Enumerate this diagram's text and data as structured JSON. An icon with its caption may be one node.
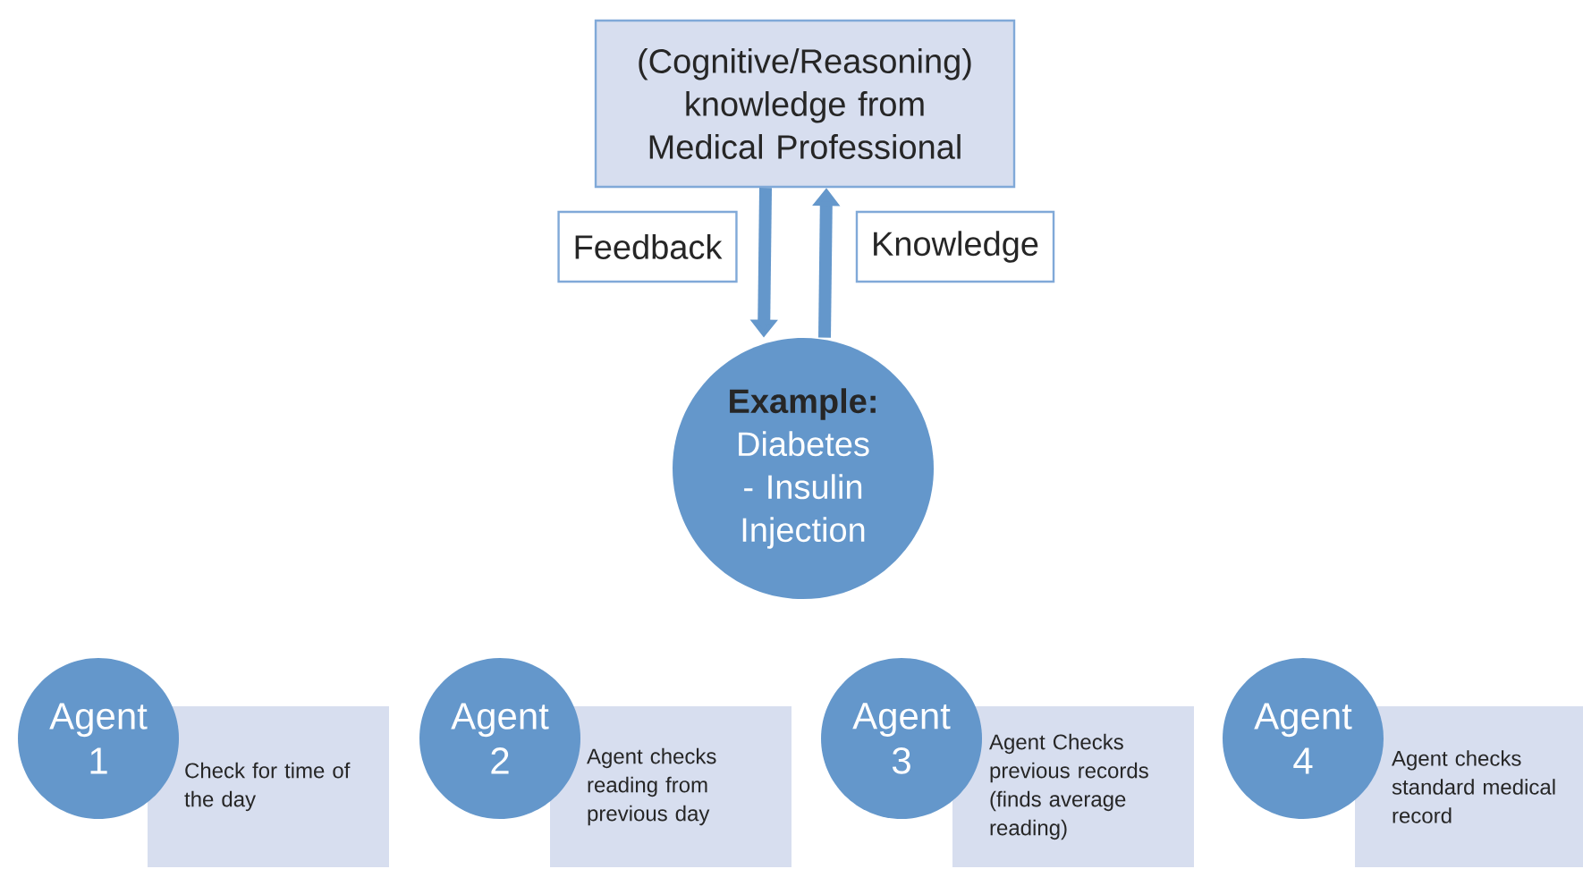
{
  "diagram": {
    "nodes": [
      {
        "text": [
          "(Cognitive/Reasoning) knowledge from Medical Professional"
        ]
      },
      {
        "text": [
          "Feedback"
        ]
      },
      {
        "text": [
          "Knowledge"
        ]
      },
      {
        "text": [
          "Example:",
          "Diabetes - Insulin Injection"
        ]
      },
      {
        "text": [
          "Agent 1"
        ]
      },
      {
        "text": [
          "Check for time of the day"
        ]
      },
      {
        "text": [
          "Agent 2"
        ]
      },
      {
        "text": [
          "Agent checks reading from previous day"
        ]
      },
      {
        "text": [
          "Agent 3"
        ]
      },
      {
        "text": [
          "Agent Checks previous records (finds average reading)"
        ]
      },
      {
        "text": [
          "Agent 4"
        ]
      },
      {
        "text": [
          "Agent checks standard medical record"
        ]
      }
    ],
    "edges": [
      {
        "from": 0,
        "to": 3,
        "arrow": "to"
      },
      {
        "from": 3,
        "to": 0,
        "arrow": "to"
      }
    ]
  }
}
